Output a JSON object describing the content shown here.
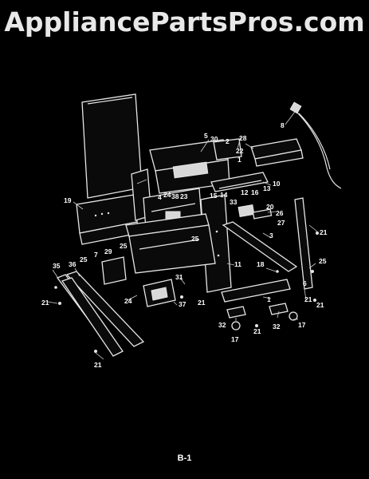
{
  "watermark": "AppliancePartsPros.com",
  "page_label": "B-1",
  "callouts": [
    {
      "id": "c8",
      "text": "8"
    },
    {
      "id": "c5",
      "text": "5"
    },
    {
      "id": "c30",
      "text": "30"
    },
    {
      "id": "c2",
      "text": "2"
    },
    {
      "id": "c28",
      "text": "28"
    },
    {
      "id": "c22",
      "text": "22"
    },
    {
      "id": "c1a",
      "text": "1"
    },
    {
      "id": "c13",
      "text": "13"
    },
    {
      "id": "c10",
      "text": "10"
    },
    {
      "id": "c15",
      "text": "15"
    },
    {
      "id": "c14",
      "text": "14"
    },
    {
      "id": "c12",
      "text": "12"
    },
    {
      "id": "c16",
      "text": "16"
    },
    {
      "id": "c33",
      "text": "33"
    },
    {
      "id": "c19",
      "text": "19"
    },
    {
      "id": "c4",
      "text": "4"
    },
    {
      "id": "c24a",
      "text": "24"
    },
    {
      "id": "c38",
      "text": "38"
    },
    {
      "id": "c23",
      "text": "23"
    },
    {
      "id": "c20",
      "text": "20"
    },
    {
      "id": "c26",
      "text": "26"
    },
    {
      "id": "c27",
      "text": "27"
    },
    {
      "id": "c21a",
      "text": "21"
    },
    {
      "id": "c3",
      "text": "3"
    },
    {
      "id": "c25a",
      "text": "25"
    },
    {
      "id": "c25b",
      "text": "25"
    },
    {
      "id": "c29",
      "text": "29"
    },
    {
      "id": "c7",
      "text": "7"
    },
    {
      "id": "c25c",
      "text": "25"
    },
    {
      "id": "c11",
      "text": "11"
    },
    {
      "id": "c18",
      "text": "18"
    },
    {
      "id": "c25d",
      "text": "25"
    },
    {
      "id": "c35",
      "text": "35"
    },
    {
      "id": "c36",
      "text": "36"
    },
    {
      "id": "c31",
      "text": "31"
    },
    {
      "id": "c1b",
      "text": "1"
    },
    {
      "id": "c6",
      "text": "6"
    },
    {
      "id": "c21b",
      "text": "21"
    },
    {
      "id": "c24b",
      "text": "24"
    },
    {
      "id": "c37",
      "text": "37"
    },
    {
      "id": "c21c",
      "text": "21"
    },
    {
      "id": "c21d",
      "text": "21"
    },
    {
      "id": "c32a",
      "text": "32"
    },
    {
      "id": "c21e",
      "text": "21"
    },
    {
      "id": "c32b",
      "text": "32"
    },
    {
      "id": "c17a",
      "text": "17"
    },
    {
      "id": "c17b",
      "text": "17"
    },
    {
      "id": "c21f",
      "text": "21"
    },
    {
      "id": "c21g",
      "text": "21"
    }
  ]
}
